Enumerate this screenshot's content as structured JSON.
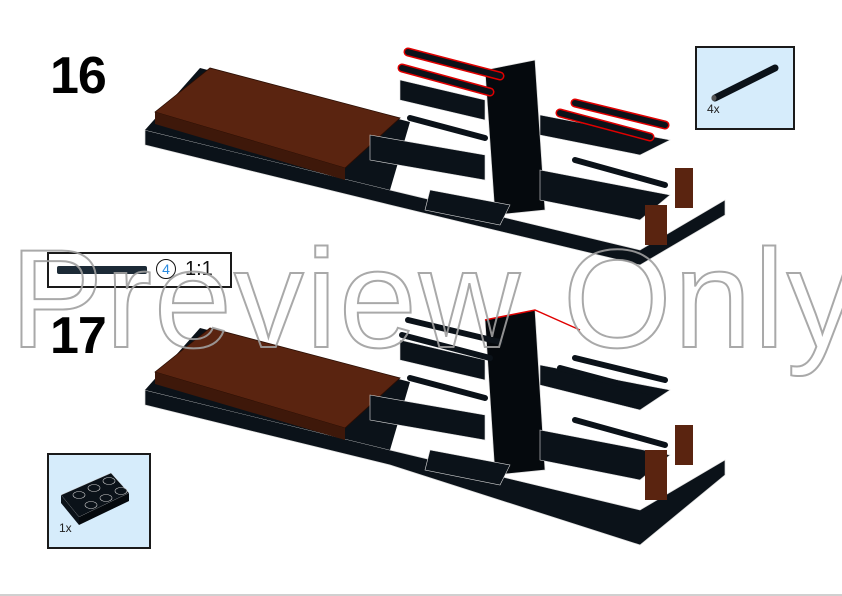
{
  "steps": [
    {
      "number": "16",
      "parts_callout": {
        "part": "black-bar",
        "quantity": "4x"
      }
    },
    {
      "number": "17",
      "parts_callout": {
        "part": "black-plate-2x3",
        "quantity": "1x"
      }
    }
  ],
  "ruler": {
    "part": "black-bar",
    "length_circled": "4",
    "scale": "1:1"
  },
  "watermark": "Preview Only",
  "colors": {
    "callout_bg": "#d6ecfb",
    "brick_black": "#0b1219",
    "brick_brown": "#5a2410",
    "highlight_red": "#e00000",
    "length_blue": "#2a8be0"
  }
}
